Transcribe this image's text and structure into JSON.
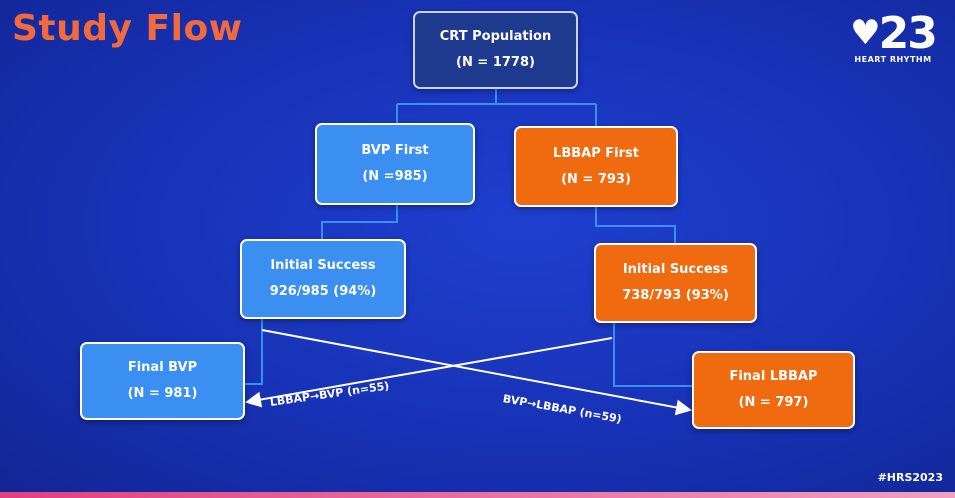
{
  "slide": {
    "title": "Study Flow",
    "logo_number": "23",
    "logo_text": "HEART RHYTHM",
    "hashtag": "#HRS2023"
  },
  "flow": {
    "root": {
      "line1": "CRT Population",
      "line2": "(N = 1778)"
    },
    "bvp_first": {
      "line1": "BVP First",
      "line2": "(N =985)"
    },
    "lbbap_first": {
      "line1": "LBBAP First",
      "line2": "(N = 793)"
    },
    "bvp_success": {
      "line1": "Initial Success",
      "line2": "926/985 (94%)"
    },
    "lbbap_success": {
      "line1": "Initial Success",
      "line2": "738/793 (93%)"
    },
    "final_bvp": {
      "line1": "Final BVP",
      "line2": "(N = 981)"
    },
    "final_lbbap": {
      "line1": "Final LBBAP",
      "line2": "(N = 797)"
    },
    "crossover_to_bvp": "LBBAP→BVP (n=55)",
    "crossover_to_lbbap": "BVP→LBBAP (n=59)"
  },
  "colors": {
    "background": "#1732b5",
    "title": "#f26a3c",
    "navy_box": "#1d3a8f",
    "blue_box": "#3a8ff0",
    "orange_box": "#f06a10",
    "connector": "#3a8ff0"
  }
}
